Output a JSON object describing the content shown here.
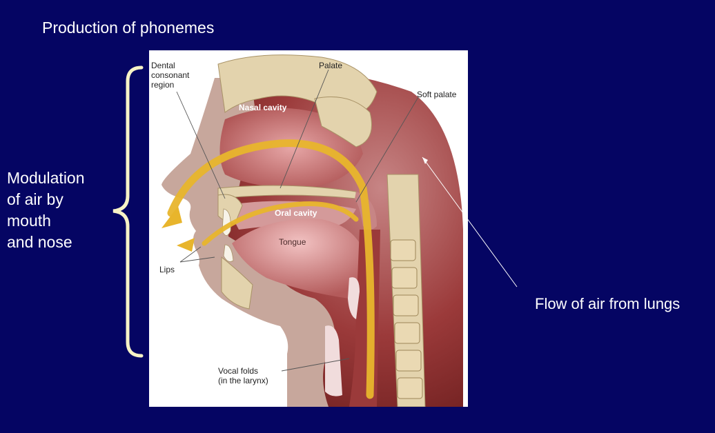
{
  "slide": {
    "title": "Production of phonemes",
    "side_label_lines": [
      "Modulation",
      "of air by",
      "mouth",
      "and nose"
    ],
    "flow_label": "Flow of air from lungs"
  },
  "figure": {
    "labels": {
      "dental_line1": "Dental",
      "dental_line2": "consonant",
      "dental_line3": "region",
      "palate": "Palate",
      "soft_palate": "Soft palate",
      "nasal_cavity": "Nasal cavity",
      "oral_cavity": "Oral cavity",
      "tongue": "Tongue",
      "lips": "Lips",
      "vocal_folds_line1": "Vocal folds",
      "vocal_folds_line2": "(in the larynx)"
    }
  },
  "colors": {
    "background": "#050563",
    "brace": "#f7f3c6",
    "airflow": "#e8b52c",
    "tissue": "#9b3a3a",
    "bone": "#e3d3ad"
  }
}
